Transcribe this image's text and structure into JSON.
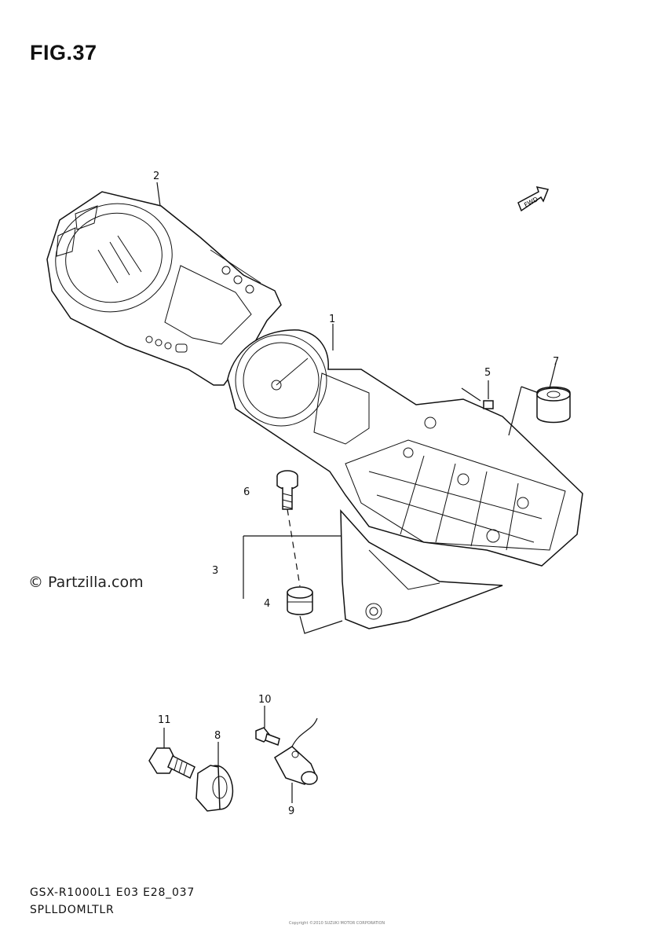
{
  "figure": {
    "title": "FIG.37",
    "watermark": "© Partzilla.com",
    "footer_line1": "GSX-R1000L1 E03 E28_037",
    "footer_line2": "SPLLDOMLTLR",
    "fwd_label": "FWD",
    "copyright": "Copyright ©2010 SUZUKI MOTOR CORPORATION"
  },
  "callouts": {
    "c1": "1",
    "c2": "2",
    "c3": "3",
    "c4": "4",
    "c5": "5",
    "c6": "6",
    "c7": "7",
    "c8": "8",
    "c9": "9",
    "c10": "10",
    "c11": "11"
  }
}
